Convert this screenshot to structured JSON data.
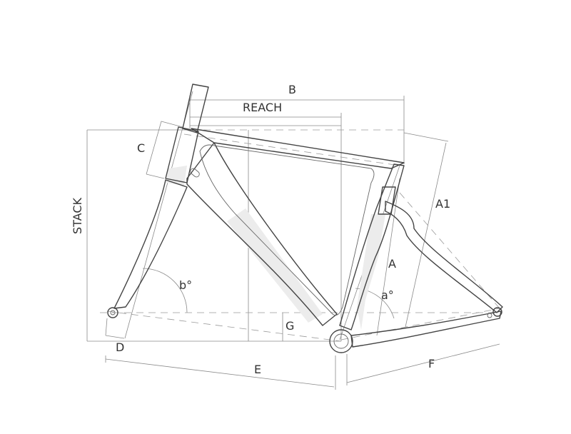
{
  "diagram": {
    "labels": {
      "b": "B",
      "reach": "REACH",
      "c": "C",
      "stack": "STACK",
      "a1": "A1",
      "a": "A",
      "a_angle": "a°",
      "b_angle": "b°",
      "g": "G",
      "d": "D",
      "e": "E",
      "f": "F"
    },
    "colors": {
      "line": "#444444",
      "dimension": "#8a8a8a",
      "label": "#333333"
    }
  }
}
